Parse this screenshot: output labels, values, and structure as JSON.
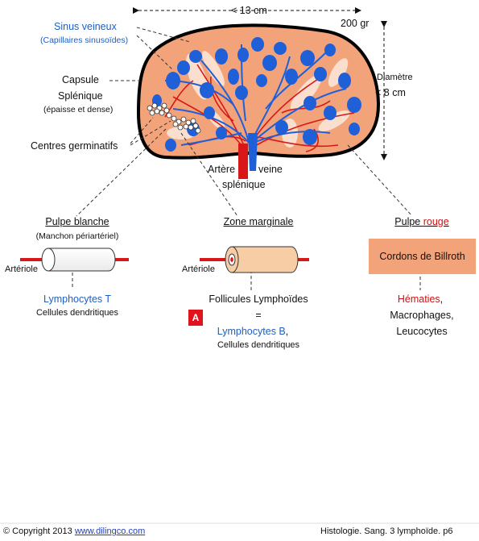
{
  "header": {
    "width_label": "< 13 cm",
    "weight": "200 gr",
    "diameter_label": "Diamètre",
    "diameter_value": "< 8 cm"
  },
  "left_labels": {
    "sinus_title": "Sinus veineux",
    "sinus_sub": "(Capillaires sinusoïdes)",
    "capsule": "Capsule",
    "splenique": "Splénique",
    "capsule_note": "(épaisse et dense)",
    "germinal": "Centres germinatifs"
  },
  "hilum": {
    "artere": "Artère",
    "veine": "veine",
    "splenique": "splénique"
  },
  "white_pulp": {
    "title": "Pulpe blanche",
    "subtitle": "(Manchon périartériel)",
    "arteriole": "Artériole",
    "cells_main": "Lymphocytes T",
    "cells_sub": "Cellules dendritiques"
  },
  "marginal": {
    "title": "Zone marginale",
    "arteriole": "Artériole",
    "line1": "Follicules Lymphoïdes",
    "line2": "=",
    "line3_main": "Lymphocytes B",
    "line3_suffix": ",",
    "line4": "Cellules dendritiques",
    "badge": "A"
  },
  "red_pulp": {
    "title_prefix": "Pulpe ",
    "title_colored": "rouge",
    "box": "Cordons de Billroth",
    "line1_main": "Hématies",
    "line1_suffix": ",",
    "line2": "Macrophages,",
    "line3": "Leucocytes"
  },
  "footer": {
    "copyright": "© Copyright 2013",
    "site": "www.dilingco.com",
    "right": "Histologie. Sang. 3 lymphoïde.   p6"
  },
  "colors": {
    "spleen_fill": "#f3a37a",
    "vein_blue": "#1f5fd8",
    "artery_red": "#d81818",
    "text_blue": "#1f5fc0"
  }
}
